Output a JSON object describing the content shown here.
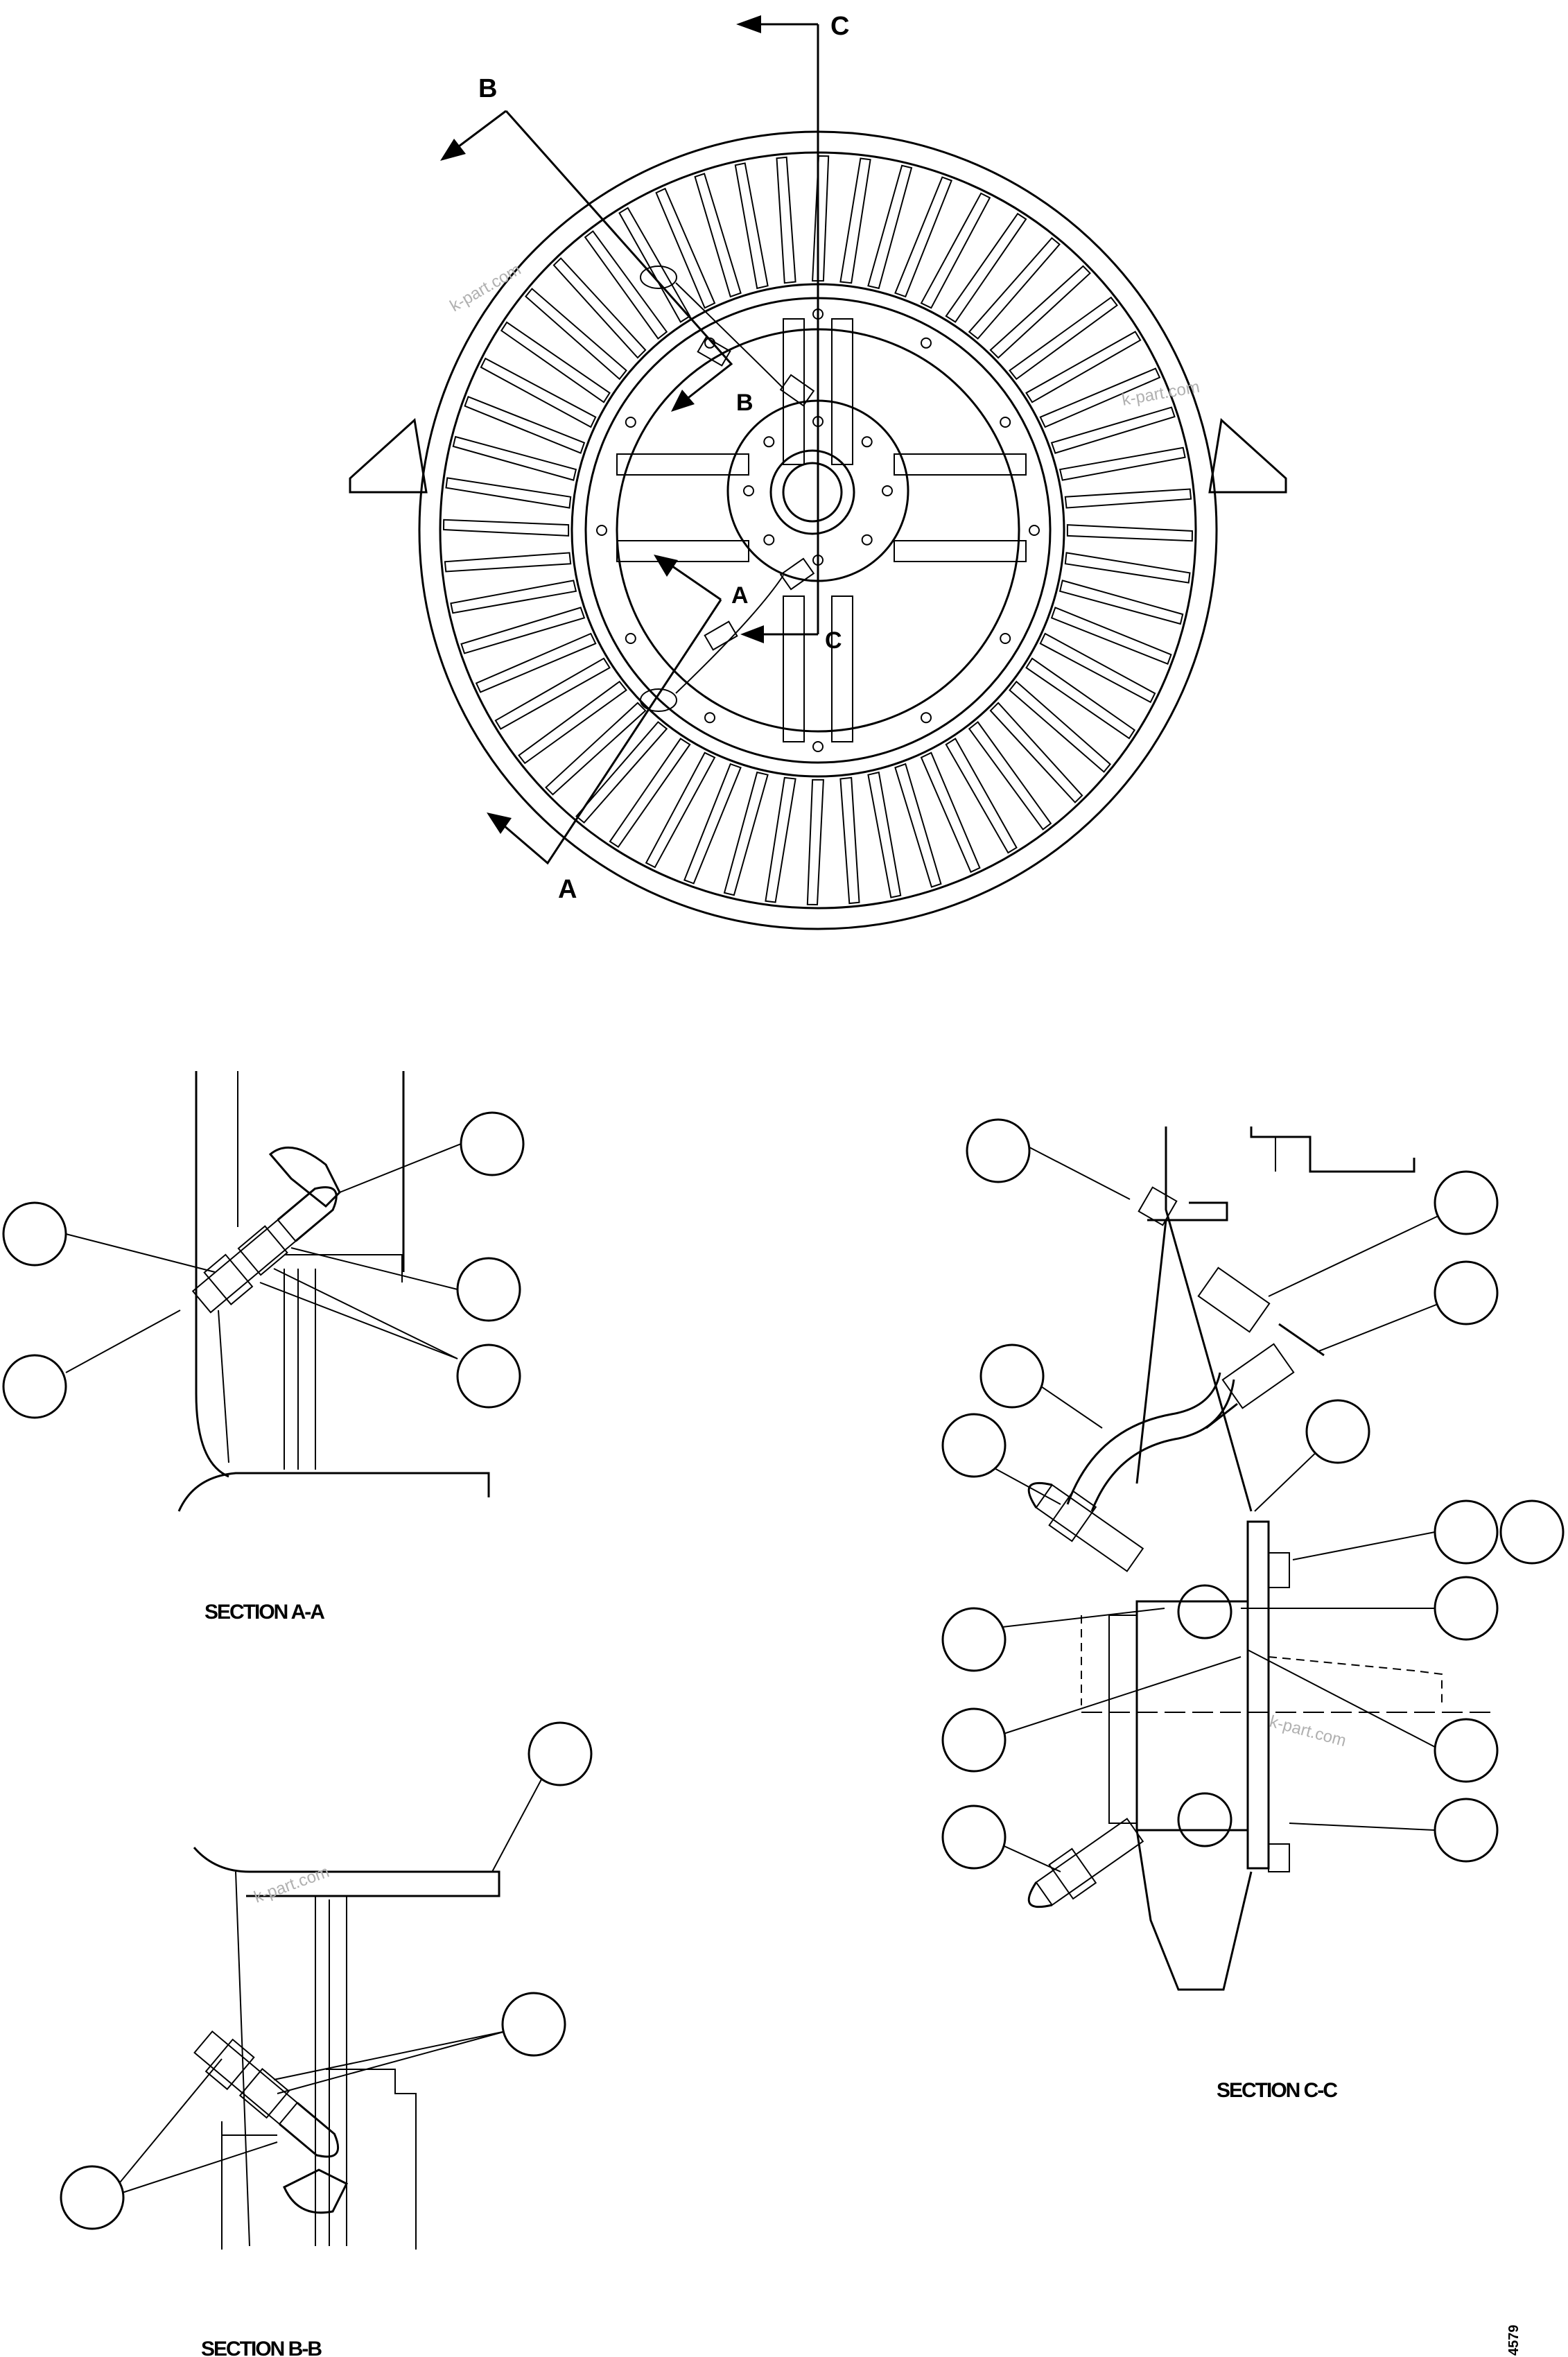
{
  "section_labels": {
    "c_top": "C",
    "b_top": "B",
    "b_inner": "B",
    "a_inner": "A",
    "c_inner": "C",
    "a_bottom": "A"
  },
  "titles": {
    "section_aa": "SECTION A-A",
    "section_bb": "SECTION B-B",
    "section_cc": "SECTION C-C"
  },
  "figure_number": "4579",
  "watermarks": [
    "k-part.com",
    "k-part.com",
    "k-part.com",
    "k-part.com"
  ]
}
